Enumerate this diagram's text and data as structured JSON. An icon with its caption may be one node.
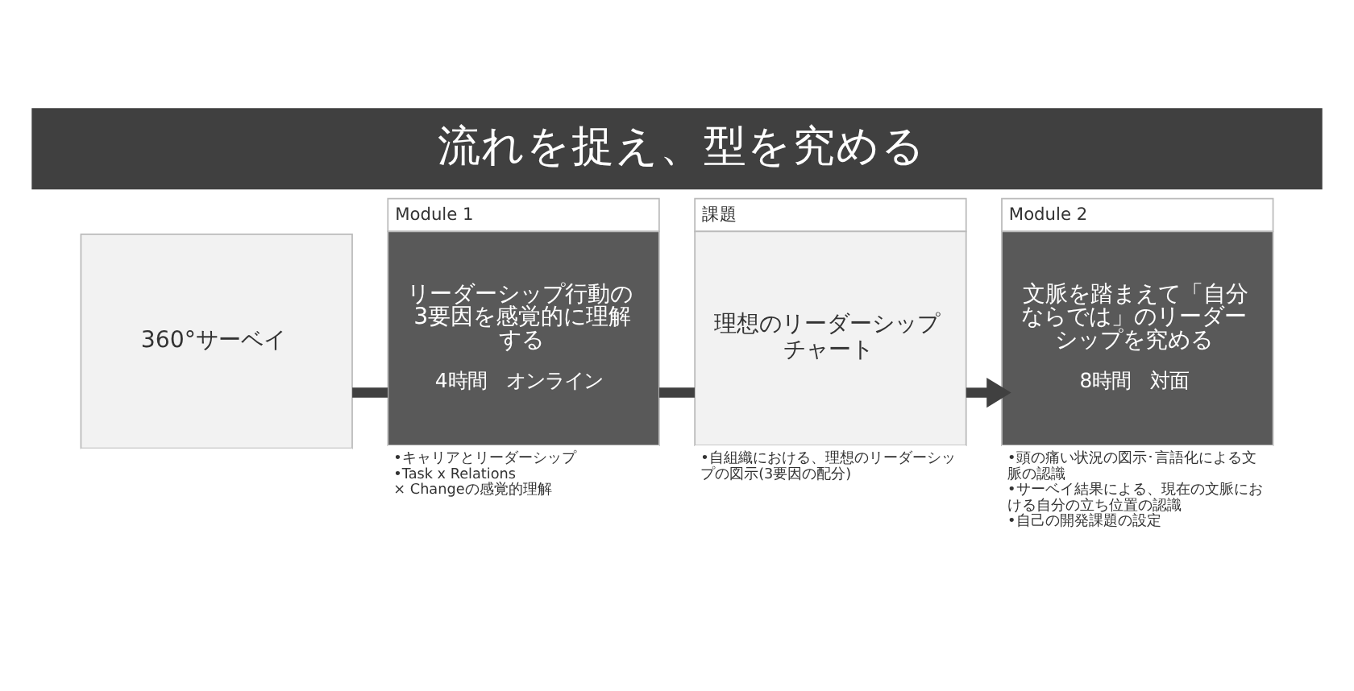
{
  "diagram": {
    "title": "流れを捉え、型を究める",
    "nodes": [
      {
        "text": [
          "360°サーベイ"
        ]
      },
      {
        "text": [
          "Module 1",
          "リーダーシップ行動の3要因を感覚的に理解する",
          "4時間　オンライン"
        ],
        "beside": [
          "•キャリアとリーダーシップ",
          "•Task x Relations × Changeの感覚的理解"
        ]
      },
      {
        "text": [
          "課題",
          "理想のリーダーシップチャート"
        ],
        "beside": [
          "•自組織における、理想のリーダーシップの図示(3要因の配分)"
        ]
      },
      {
        "text": [
          "Module 2",
          "文脈を踏まえて「自分ならでは」のリーダーシップを究める",
          "8時間　対面"
        ],
        "beside": [
          "•頭の痛い状況の図示･言語化による文脈の認識",
          "•サーベイ結果による、現在の文脈における自分の立ち位置の認識",
          "•自己の開発課題の設定"
        ]
      }
    ],
    "edges": [
      {
        "from": 0,
        "to": 1,
        "arrow": "none"
      },
      {
        "from": 1,
        "to": 2,
        "arrow": "none"
      },
      {
        "from": 2,
        "to": 3,
        "arrow": "to"
      }
    ]
  }
}
